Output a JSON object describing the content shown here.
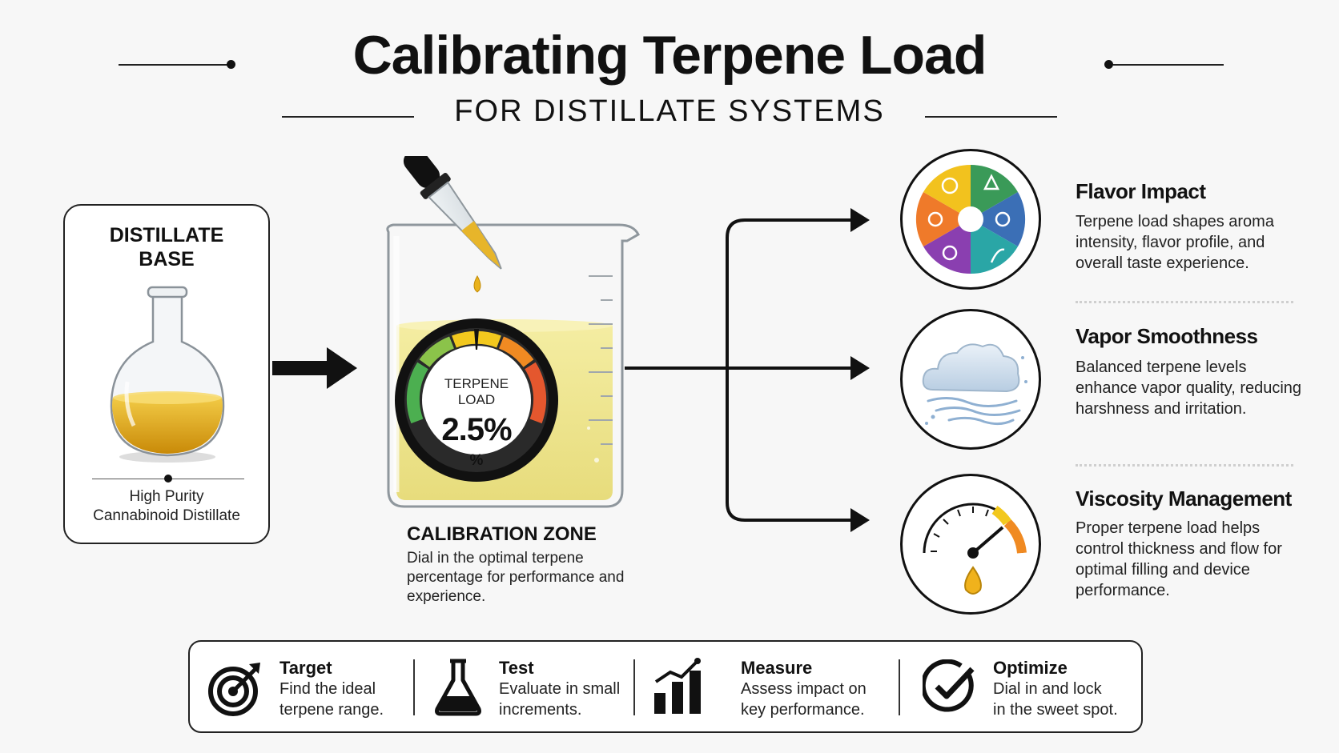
{
  "header": {
    "title": "Calibrating Terpene Load",
    "subtitle": "FOR DISTILLATE SYSTEMS"
  },
  "base": {
    "title_line1": "DISTILLATE",
    "title_line2": "BASE",
    "desc_line1": "High Purity",
    "desc_line2": "Cannabinoid Distillate"
  },
  "gauge": {
    "label_line1": "TERPENE",
    "label_line2": "LOAD",
    "value": "2.5%",
    "unit": "%"
  },
  "calibration": {
    "title": "CALIBRATION ZONE",
    "desc": "Dial in the optimal terpene percentage for performance and experience."
  },
  "features": [
    {
      "icon": "flavor-wheel-icon",
      "title": "Flavor Impact",
      "desc": "Terpene load shapes aroma intensity, flavor profile, and overall taste experience."
    },
    {
      "icon": "vapor-cloud-icon",
      "title": "Vapor Smoothness",
      "desc": "Balanced terpene levels enhance vapor quality, reducing harshness and irritation."
    },
    {
      "icon": "viscosity-gauge-icon",
      "title": "Viscosity Management",
      "desc": "Proper terpene load helps control thickness and flow for optimal filling and device performance."
    }
  ],
  "steps": [
    {
      "icon": "target-icon",
      "title": "Target",
      "line1": "Find the ideal",
      "line2": "terpene range."
    },
    {
      "icon": "flask-icon",
      "title": "Test",
      "line1": "Evaluate in small",
      "line2": "increments."
    },
    {
      "icon": "bar-chart-icon",
      "title": "Measure",
      "line1": "Assess impact on",
      "line2": "key performance."
    },
    {
      "icon": "check-circle-icon",
      "title": "Optimize",
      "line1": "Dial in and lock",
      "line2": "in the sweet spot."
    }
  ],
  "colors": {
    "oil": "#e8b21a",
    "liquid": "#eeeaa0",
    "gauge_green": "#4caf50",
    "gauge_yellow": "#f2c81e",
    "gauge_orange": "#f08a22",
    "gauge_red": "#e4572e"
  }
}
